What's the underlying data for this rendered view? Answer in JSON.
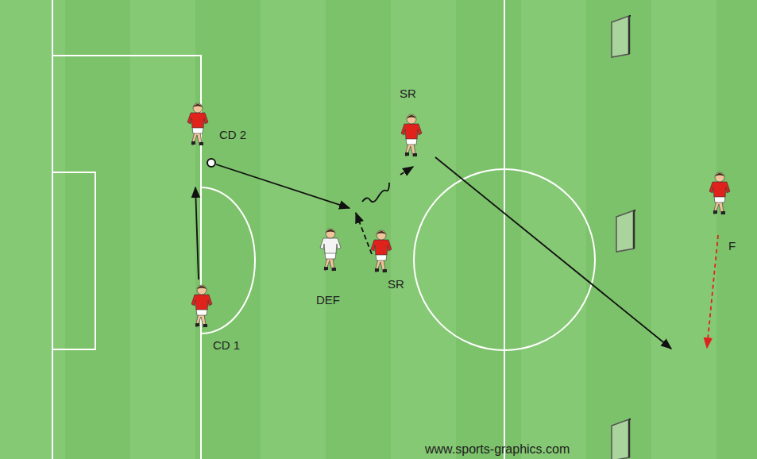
{
  "diagram": {
    "labels": [
      "SR",
      "CD 2",
      "SR",
      "DEF",
      "CD 1",
      "F",
      "www.sports-graphics.com"
    ]
  }
}
